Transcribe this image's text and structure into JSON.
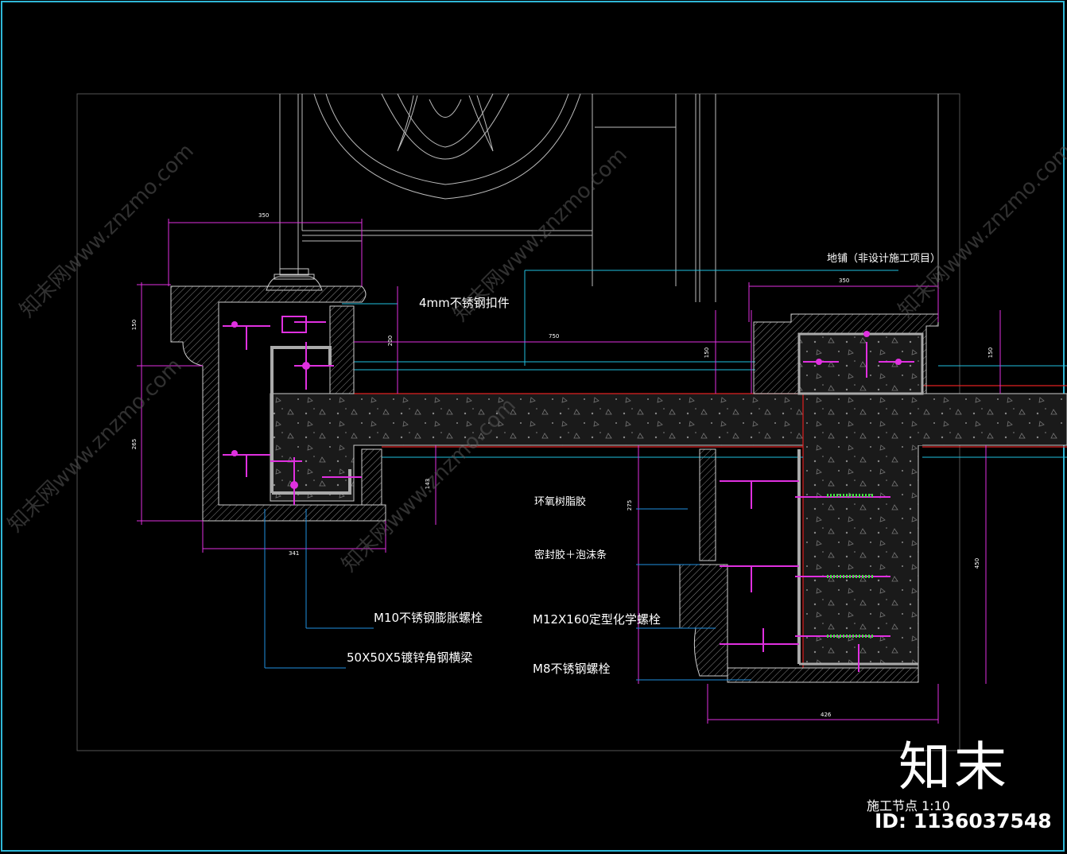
{
  "labels": {
    "top_callout": "地铺（非设计施工项目）",
    "steel_clip": "4mm不锈钢扣件",
    "epoxy": "环氧树脂胶",
    "sealant": "密封胶＋泡沫条",
    "m10_bolt": "M10不锈钢膨胀螺栓",
    "m12_anchor": "M12X160定型化学螺栓",
    "angle_steel": "50X50X5镀锌角钢横梁",
    "m8_bolt": "M8不锈钢螺栓"
  },
  "dimensions": {
    "d350_left": "350",
    "d350_right": "350",
    "d150_left": "150",
    "d200": "200",
    "d750": "750",
    "d150_mid": "150",
    "d150_right": "150",
    "d265": "265",
    "d143": "143",
    "d341": "341",
    "d275": "275",
    "d450": "450",
    "d426": "426"
  },
  "watermark": {
    "text": "知末网www.znzmo.com",
    "logo": "知末",
    "caption": "施工节点 1:10",
    "id": "ID: 1136037548"
  },
  "colors": {
    "background": "#000000",
    "frame": "#2fb8d8",
    "magenta": "#e030e0",
    "red": "#e02020",
    "cyan": "#20c0e0",
    "white": "#ffffff",
    "green": "#40e040"
  }
}
